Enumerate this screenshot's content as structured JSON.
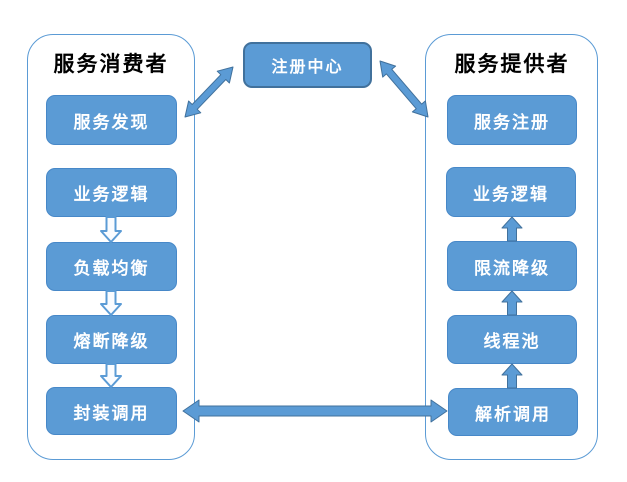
{
  "registry": {
    "label": "注册中心"
  },
  "consumer": {
    "title": "服务消费者",
    "boxes": [
      "服务发现",
      "业务逻辑",
      "负载均衡",
      "熔断降级",
      "封装调用"
    ]
  },
  "provider": {
    "title": "服务提供者",
    "boxes": [
      "服务注册",
      "业务逻辑",
      "限流降级",
      "线程池",
      "解析调用"
    ]
  },
  "colors": {
    "box_fill": "#5B9BD5",
    "box_border": "#4788C8",
    "registry_border": "#41719C",
    "container_border": "#5B9BD5",
    "arrow_solid_fill": "#5B9BD5",
    "arrow_outline_fill": "#FAFCFF",
    "title_text": "#000000",
    "box_text": "#FFFFFF"
  }
}
